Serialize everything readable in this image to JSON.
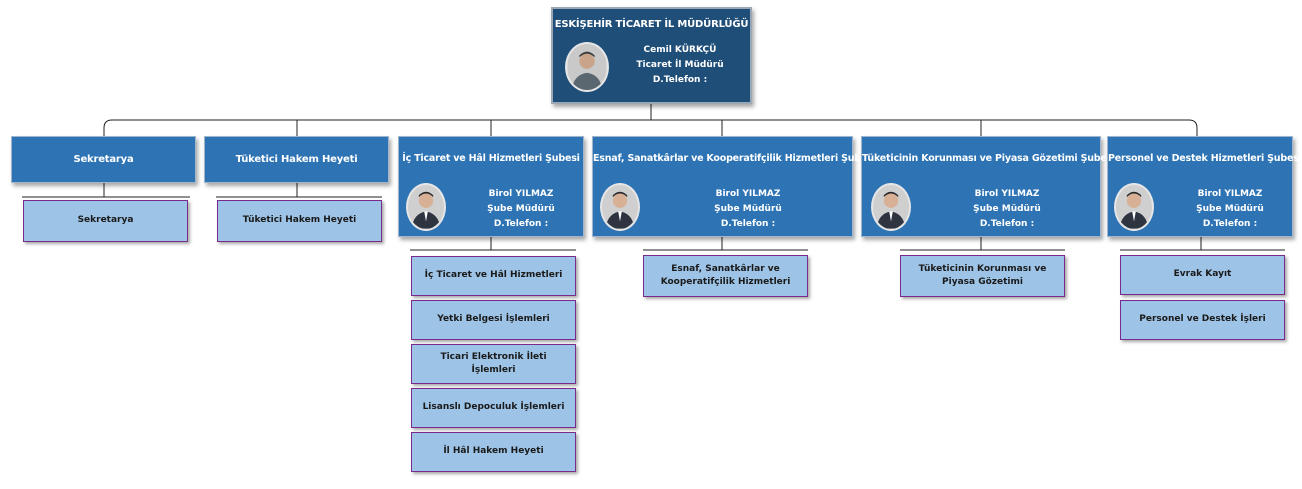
{
  "root": {
    "title": "ESKİŞEHİR TİCARET İL MÜDÜRLÜĞÜ",
    "name": "Cemil KÜRKÇÜ",
    "role": "Ticaret İl Müdürü",
    "phone": "D.Telefon :"
  },
  "departments": [
    {
      "title": "Sekretarya",
      "units": [
        "Sekretarya"
      ]
    },
    {
      "title": "Tüketici Hakem Heyeti",
      "units": [
        "Tüketici Hakem Heyeti"
      ]
    },
    {
      "title": "İç Ticaret ve Hâl Hizmetleri Şubesi",
      "name": "Birol YILMAZ",
      "role": "Şube Müdürü",
      "phone": "D.Telefon :",
      "units": [
        "İç Ticaret ve Hâl Hizmetleri",
        "Yetki Belgesi İşlemleri",
        "Ticari Elektronik İleti İşlemleri",
        "Lisanslı Depoculuk İşlemleri",
        "İl Hâl Hakem Heyeti"
      ]
    },
    {
      "title": "Esnaf, Sanatkârlar ve Kooperatifçilik Hizmetleri Şubesi",
      "name": "Birol YILMAZ",
      "role": "Şube Müdürü",
      "phone": "D.Telefon :",
      "units": [
        "Esnaf, Sanatkârlar ve Kooperatifçilik Hizmetleri"
      ]
    },
    {
      "title": "Tüketicinin Korunması ve Piyasa Gözetimi Şubesi",
      "name": "Birol YILMAZ",
      "role": "Şube Müdürü",
      "phone": "D.Telefon :",
      "units": [
        "Tüketicinin Korunması ve Piyasa Gözetimi"
      ]
    },
    {
      "title": "Personel ve Destek Hizmetleri Şubesi",
      "name": "Birol YILMAZ",
      "role": "Şube Müdürü",
      "phone": "D.Telefon :",
      "units": [
        "Evrak Kayıt",
        "Personel ve Destek İşleri"
      ]
    }
  ]
}
